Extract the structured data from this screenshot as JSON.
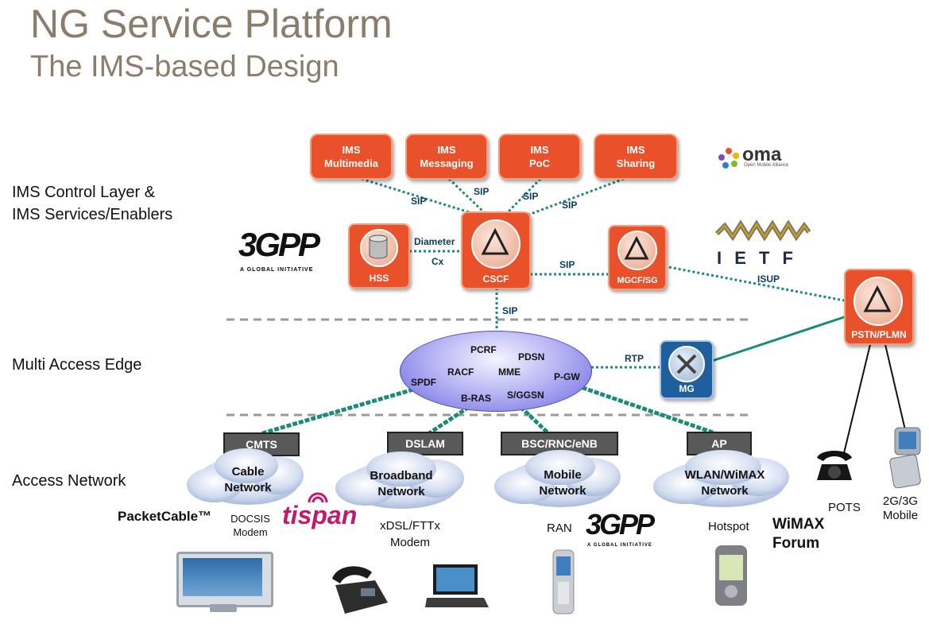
{
  "title": "NG Service Platform",
  "subtitle": "The IMS-based Design",
  "layers": {
    "control": [
      "IMS Control Layer &",
      "IMS Services/Enablers"
    ],
    "edge": "Multi Access Edge",
    "access": "Access Network"
  },
  "services": [
    [
      "IMS",
      "Multimedia"
    ],
    [
      "IMS",
      "Messaging"
    ],
    [
      "IMS",
      "PoC"
    ],
    [
      "IMS",
      "Sharing"
    ]
  ],
  "nodes": {
    "hss": "HSS",
    "cscf": "CSCF",
    "mgcf": "MGCF/SG",
    "pstn": "PSTN/PLMN",
    "mg": "MG"
  },
  "links": {
    "sip": "SIP",
    "diameter": "Diameter",
    "cx": "Cx",
    "isup": "ISUP",
    "rtp": "RTP"
  },
  "edge_functions": [
    "PCRF",
    "PDSN",
    "RACF",
    "MME",
    "P-GW",
    "SPDF",
    "B-RAS",
    "S/GGSN"
  ],
  "access_boxes": [
    "CMTS",
    "DSLAM",
    "BSC/RNC/eNB",
    "AP"
  ],
  "clouds": [
    [
      "Cable",
      "Network"
    ],
    [
      "Broadband",
      "Network"
    ],
    [
      "Mobile",
      "Network"
    ],
    [
      "WLAN/WiMAX",
      "Network"
    ]
  ],
  "devices": {
    "docsis": [
      "DOCSIS",
      "Modem"
    ],
    "xdsl": [
      "xDSL/FTTx",
      "Modem"
    ],
    "ran": "RAN",
    "hotspot": "Hotspot",
    "pots": "POTS",
    "mobile": [
      "2G/3G",
      "Mobile"
    ]
  },
  "logos": {
    "oma": "oma",
    "oma_sub": "Open Mobile Alliance",
    "gpp": "3GPP",
    "gpp_sub": "A GLOBAL INITIATIVE",
    "ietf": "I E T F",
    "packetcable": "PacketCable™",
    "tispan": "tispan",
    "wimax": [
      "WiMAX",
      "Forum"
    ]
  },
  "colors": {
    "accent": "#e8512a",
    "title": "#8b7d6b",
    "link": "#1a8a7a",
    "ellipse": "#6a66e0",
    "box": "#595959"
  }
}
